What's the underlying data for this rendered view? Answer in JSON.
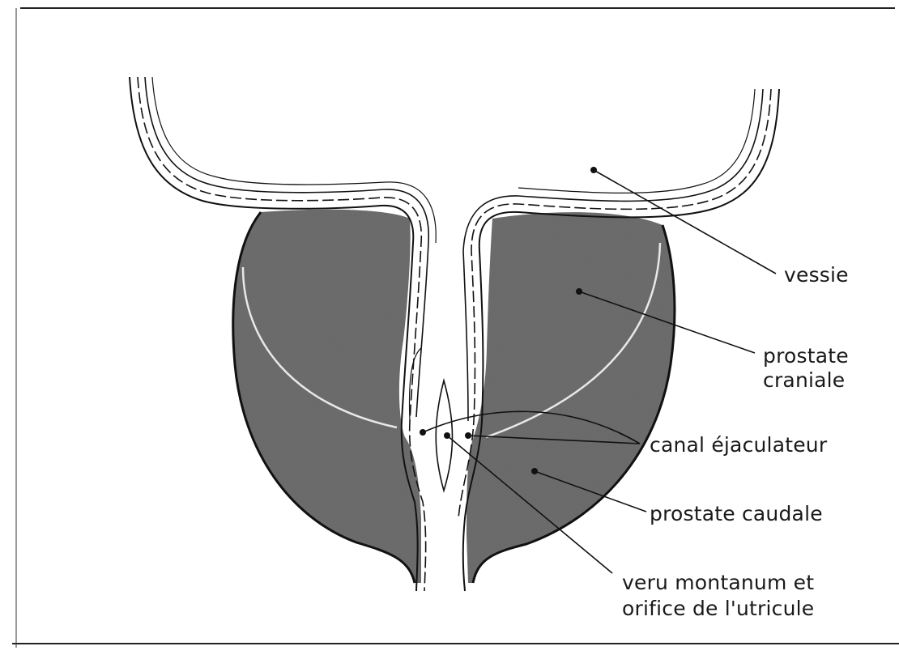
{
  "diagram": {
    "labels": {
      "vessie": "vessie",
      "prostate_craniale_line1": "prostate",
      "prostate_craniale_line2": "craniale",
      "canal_ejaculateur": "canal éjaculateur",
      "prostate_caudale": "prostate caudale",
      "veru_line1": "veru montanum et",
      "veru_line2": "orifice de l'utricule"
    },
    "colors": {
      "ink": "#1a1a1a",
      "paper": "#ffffff",
      "stipple_dark": "#3a3a3a",
      "stipple_light": "#8a8a8a"
    }
  }
}
